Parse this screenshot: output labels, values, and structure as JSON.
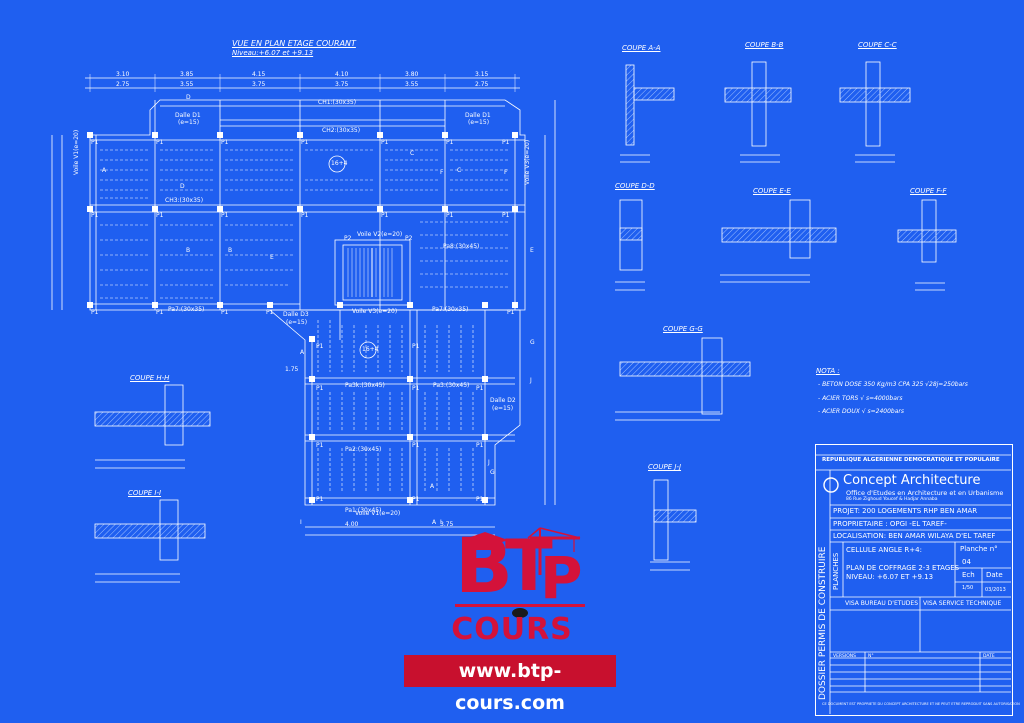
{
  "plan": {
    "title": "VUE EN PLAN ETAGE COURANT",
    "subtitle": "Niveau:+6.07 et +9.13",
    "beams": {
      "ch1": "CH1:(30x35)",
      "ch2": "CH2:(30x35)",
      "ch3": "CH3:(30x35)",
      "pa7a": "Pa7:(30x35)",
      "pa7b": "Pa7:(30x35)",
      "pa3": "Pa3:(30x45)",
      "pa3k": "Pa3k:(30x45)",
      "pa2": "Pa2:(30x45)",
      "pa1": "Pa1:(30x45)",
      "pa8": "Pa8:(30x45)"
    },
    "slabs": {
      "d1a": "Dalle D1",
      "d1b": "Dalle D1",
      "d1a_e": "(e=15)",
      "d1b_e": "(e=15)",
      "d2": "Dalle D2",
      "d2_e": "(e=15)",
      "d3": "Dalle D3",
      "d3_e": "(e=15)"
    },
    "voiles": {
      "v1": "Voile V1(e=20)",
      "v2": "Voile V2(e=20)",
      "v3a": "Voile V3(e=20)",
      "v3b": "Voile V3(e=20)",
      "v1b": "Voile V1(e=20)"
    },
    "posts": [
      "P1",
      "P1",
      "P1",
      "P1",
      "P1",
      "P1",
      "P1",
      "P1",
      "P1",
      "P1",
      "P1",
      "P1",
      "P1",
      "P1",
      "P1",
      "P1",
      "P1",
      "P1",
      "P2",
      "P2",
      "P1",
      "P1",
      "P1",
      "P1",
      "P1",
      "P1",
      "P1",
      "P1",
      "P1",
      "P1",
      "P1",
      "P1"
    ],
    "sections": [
      "A",
      "A",
      "B",
      "B",
      "C",
      "C",
      "D",
      "D",
      "E",
      "E",
      "F",
      "F",
      "G",
      "G",
      "J",
      "J",
      "A",
      "A",
      "I",
      "I"
    ],
    "openings": [
      "16+4",
      "16+4"
    ],
    "dims_top": [
      "3.10",
      "3.85",
      "4.15",
      "4.10",
      "3.80",
      "3.15",
      "2.75",
      "3.55",
      "3.75",
      "3.75",
      "3.55",
      "2.75"
    ],
    "dims_bottom": [
      "4.00",
      "3.75",
      "1.75"
    ]
  },
  "coupes": {
    "aa": "COUPE A-A",
    "bb": "COUPE B-B",
    "cc": "COUPE C-C",
    "dd": "COUPE D-D",
    "ee": "COUPE E-E",
    "ff": "COUPE F-F",
    "gg": "COUPE G-G",
    "hh": "COUPE H-H",
    "ii": "COUPE I-I",
    "jj": "COUPE J-J"
  },
  "note": {
    "title": "NOTA :",
    "lines": [
      "- BETON DOSE 350 Kg/m3 CPA 325 √28j=250bars",
      "- ACIER TORS     √ s=4000bars",
      "- ACIER DOUX    √ s=2400bars"
    ]
  },
  "title_block": {
    "republic": "REPUBLIQUE ALGERIENNE DEMOCRATIQUE ET POPULAIRE",
    "firm": "Concept Architecture",
    "firm_sub": "Office d'Etudes en Architecture et en Urbanisme",
    "firm_addr": "86 Rue Zighoud Youcef & Hadjar Annaba",
    "projet": "PROJET: 200 LOGEMENTS RHP BEN AMAR",
    "proprietaire": "PROPRIETAIRE :  OPGI -EL TAREF-",
    "localisation": "LOCALISATION:  BEN AMAR WILAYA D'EL TAREF",
    "planches": "PLANCHES",
    "cellule": "CELLULE ANGLE R+4:",
    "plan_de": "PLAN DE COFFRAGE 2-3 ETAGES",
    "niveau": "NIVEAU: +6.07 ET +9.13",
    "planche_label": "Planche n°",
    "planche_num": "04",
    "ech_label": "Ech",
    "date_label": "Date",
    "ech_val": "1/50",
    "date_val": "03/2013",
    "visa_bureau": "VISA BUREAU D'ETUDES",
    "visa_service": "VISA SERVICE TECHNIQUE",
    "dossier": "DOSSIER PERMIS DE CONSTRUIRE",
    "versions": "VERSIONS",
    "ind": "N°",
    "date_col": "DATE",
    "footer": "CE DOCUMENT EST PROPRIETE DU CONCEPT ARCHITECTURE ET NE PEUT ETRE REPRODUIT SANS AUTORISATION"
  },
  "logo": {
    "b": "B",
    "t": "T",
    "p": "P",
    "cours": "COURS",
    "url": "www.btp-cours.com"
  },
  "colors": {
    "background": "#1f5ff0",
    "line": "#ffffff",
    "brand_red": "#d4123a"
  }
}
